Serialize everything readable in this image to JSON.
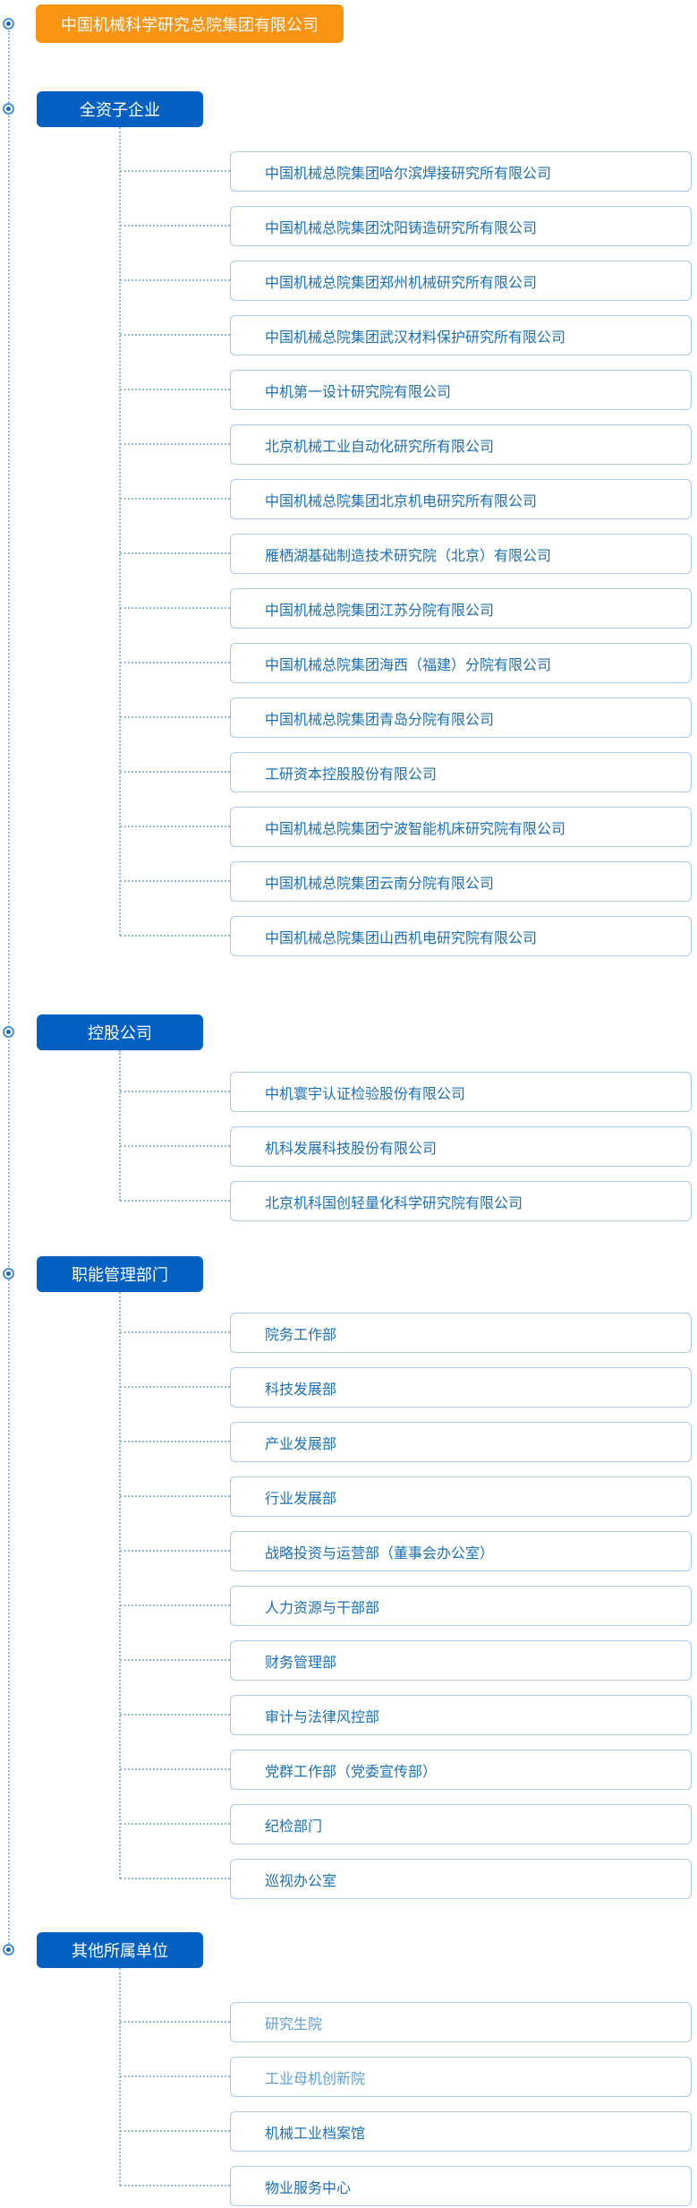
{
  "root": {
    "label": "中国机械科学研究总院集团有限公司"
  },
  "sections": [
    {
      "label": "全资子企业",
      "items": [
        {
          "label": "中国机械总院集团哈尔滨焊接研究所有限公司"
        },
        {
          "label": "中国机械总院集团沈阳铸造研究所有限公司"
        },
        {
          "label": "中国机械总院集团郑州机械研究所有限公司"
        },
        {
          "label": "中国机械总院集团武汉材料保护研究所有限公司"
        },
        {
          "label": "中机第一设计研究院有限公司"
        },
        {
          "label": "北京机械工业自动化研究所有限公司"
        },
        {
          "label": "中国机械总院集团北京机电研究所有限公司"
        },
        {
          "label": "雁栖湖基础制造技术研究院（北京）有限公司"
        },
        {
          "label": "中国机械总院集团江苏分院有限公司"
        },
        {
          "label": "中国机械总院集团海西（福建）分院有限公司"
        },
        {
          "label": "中国机械总院集团青岛分院有限公司"
        },
        {
          "label": "工研资本控股股份有限公司"
        },
        {
          "label": "中国机械总院集团宁波智能机床研究院有限公司"
        },
        {
          "label": "中国机械总院集团云南分院有限公司"
        },
        {
          "label": "中国机械总院集团山西机电研究院有限公司"
        }
      ]
    },
    {
      "label": "控股公司",
      "items": [
        {
          "label": "中机寰宇认证检验股份有限公司"
        },
        {
          "label": "机科发展科技股份有限公司"
        },
        {
          "label": "北京机科国创轻量化科学研究院有限公司"
        }
      ]
    },
    {
      "label": "职能管理部门",
      "items": [
        {
          "label": "院务工作部"
        },
        {
          "label": "科技发展部"
        },
        {
          "label": "产业发展部"
        },
        {
          "label": "行业发展部"
        },
        {
          "label": "战略投资与运营部（董事会办公室）"
        },
        {
          "label": "人力资源与干部部"
        },
        {
          "label": "财务管理部"
        },
        {
          "label": "审计与法律风控部"
        },
        {
          "label": "党群工作部（党委宣传部）"
        },
        {
          "label": "纪检部门"
        },
        {
          "label": "巡视办公室"
        }
      ]
    },
    {
      "label": "其他所属单位",
      "items": [
        {
          "label": "研究生院",
          "muted": true
        },
        {
          "label": "工业母机创新院",
          "muted": true
        },
        {
          "label": "机械工业档案馆"
        },
        {
          "label": "物业服务中心"
        }
      ]
    }
  ],
  "colors": {
    "accent_orange": "#fb9313",
    "accent_blue": "#0561c1",
    "item_text": "#1a70b8",
    "item_text_muted": "#5d9dd5",
    "item_border": "#a6c9ed",
    "connector": "#8cb6e4"
  }
}
